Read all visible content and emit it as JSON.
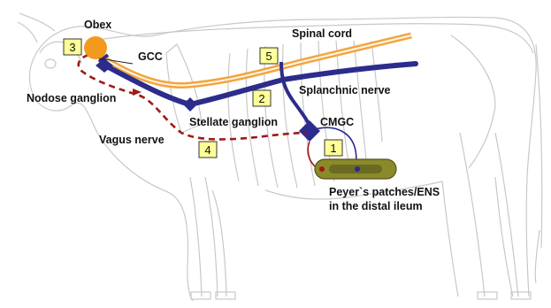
{
  "labels": {
    "obex": "Obex",
    "gcc": "GCC",
    "spinal_cord": "Spinal cord",
    "nodose_ganglion": "Nodose ganglion",
    "stellate_ganglion": "Stellate ganglion",
    "splanchnic_nerve": "Splanchnic nerve",
    "cmgc": "CMGC",
    "vagus_nerve": "Vagus nerve",
    "peyers_line1": "Peyer`s patches/ENS",
    "peyers_line2": "in the distal ileum"
  },
  "route_numbers": [
    "1",
    "2",
    "3",
    "4",
    "5"
  ],
  "colors": {
    "spinal_cord": "#f2a540",
    "sympathetic": "#2c2c8c",
    "vagus": "#a01818",
    "obex": "#f39a1e",
    "ileum": "#8a8a2a",
    "number_box": "#ffff99",
    "skeleton": "#cfcfcf"
  }
}
